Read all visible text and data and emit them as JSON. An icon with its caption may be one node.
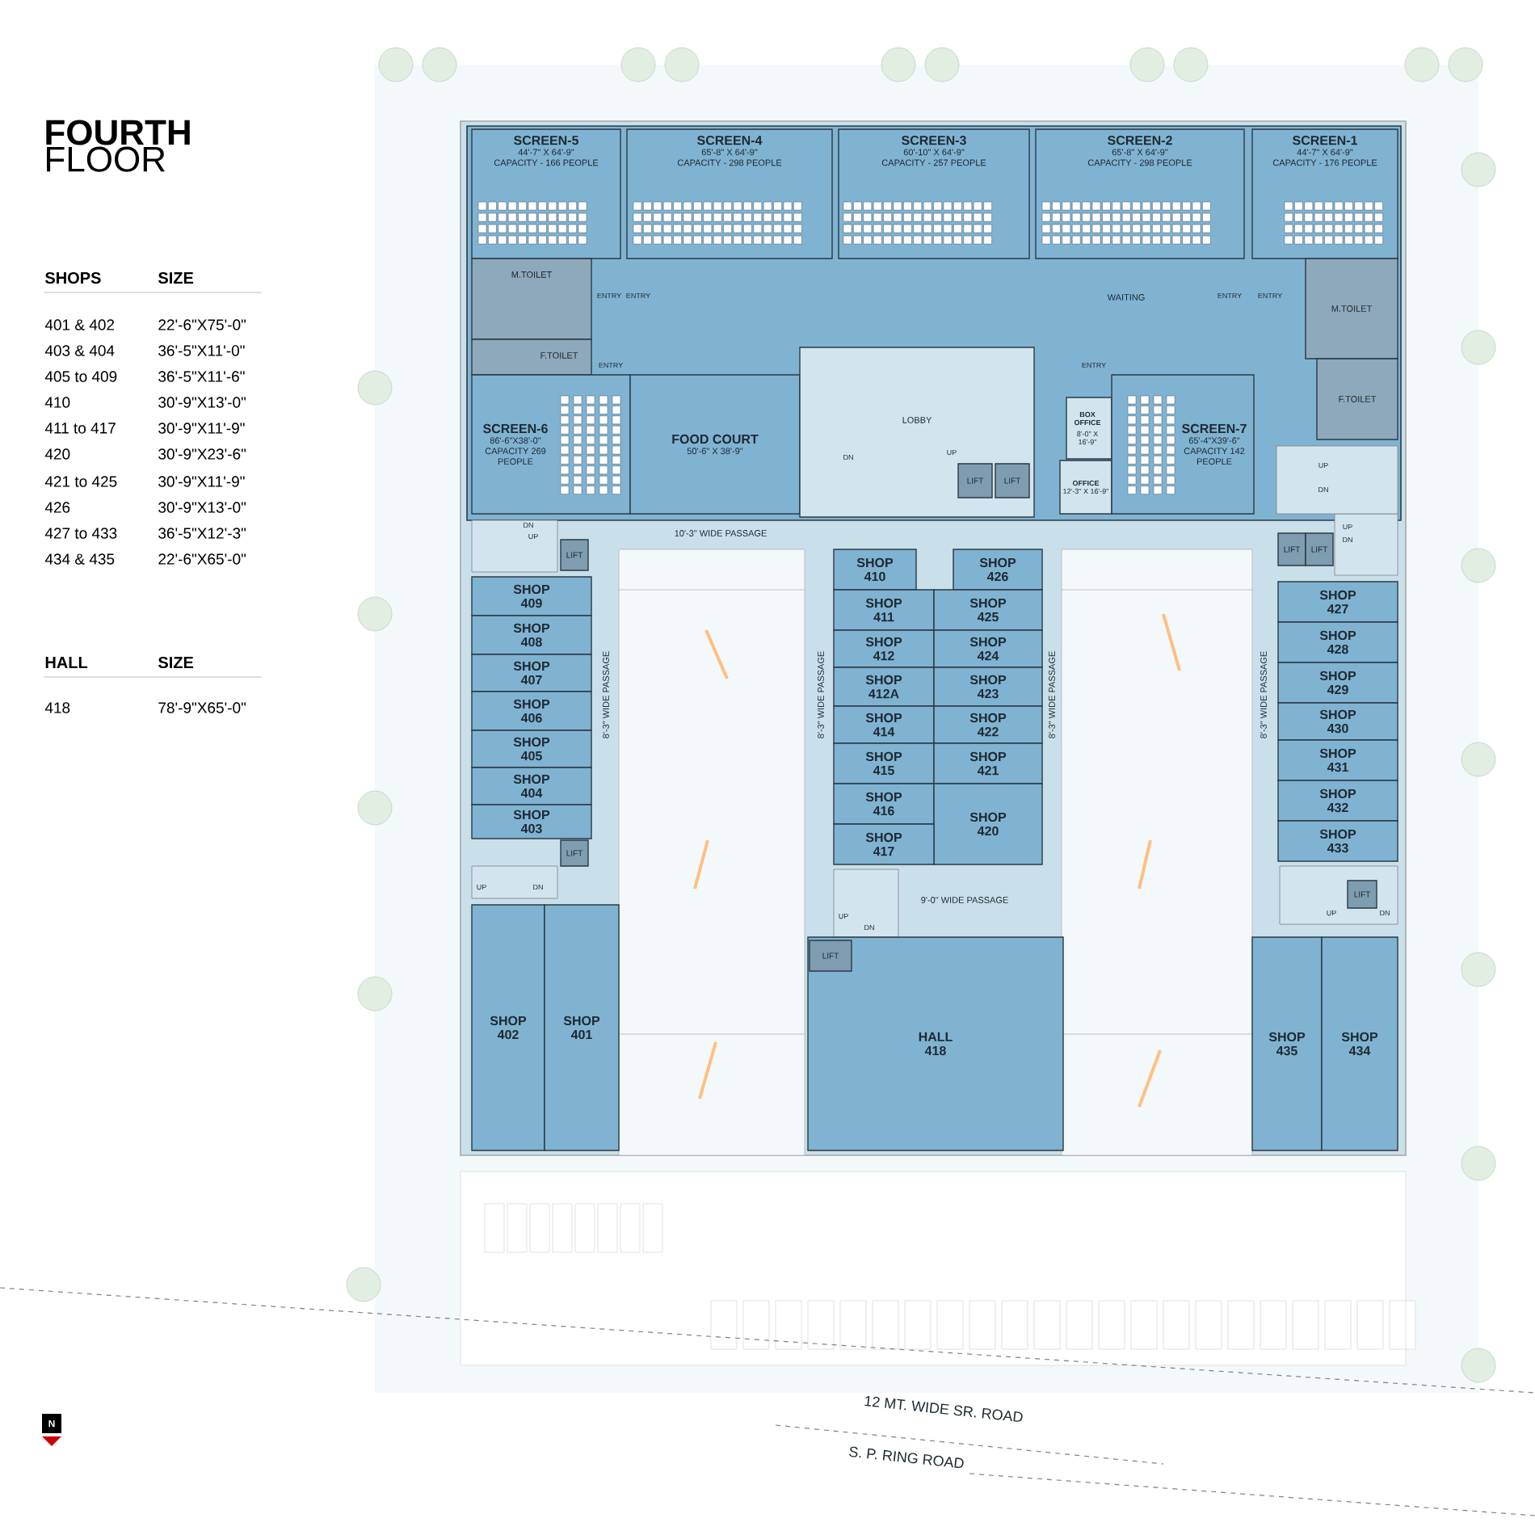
{
  "diagram": {
    "title": "**FOURTH** FLOOR",
    "nodes": [
      {
        "text": [
          "SCREEN-5",
          "44'-7\" X 64'-9\"",
          "CAPACITY - 166 PEOPLE"
        ]
      },
      {
        "text": [
          "SCREEN-4",
          "65'-8\" X 64'-9\"",
          "CAPACITY - 298 PEOPLE"
        ]
      },
      {
        "text": [
          "SCREEN-3",
          "60'-10\" X 64'-9\"",
          "CAPACITY - 257 PEOPLE"
        ]
      },
      {
        "text": [
          "SCREEN-2",
          "65'-8\" X 64'-9\"",
          "CAPACITY - 298 PEOPLE"
        ]
      },
      {
        "text": [
          "SCREEN-1",
          "44'-7\" X 64'-9\"",
          "CAPACITY - 176 PEOPLE"
        ]
      },
      {
        "text": [
          "M.TOILET"
        ]
      },
      {
        "text": [
          "F.TOILET"
        ]
      },
      {
        "text": [
          "SCREEN-6",
          "86'-6\"X38'-0\"",
          "CAPACITY 269 PEOPLE"
        ]
      },
      {
        "text": [
          "FOOD COURT",
          "50'-6\" X 38'-9\""
        ]
      },
      {
        "text": [
          "LOBBY"
        ]
      },
      {
        "text": [
          "LIFT"
        ],
        "in": 9
      },
      {
        "text": [
          "LIFT"
        ],
        "in": 9
      },
      {
        "text": [
          "BOX OFFICE",
          "8'-0\" X 16'-9\""
        ]
      },
      {
        "text": [
          "OFFICE",
          "12'-3\" X 16'-9\""
        ]
      },
      {
        "text": [
          "SCREEN-7",
          "65'-4\"X39'-6\"",
          "CAPACITY 142 PEOPLE"
        ]
      },
      {
        "text": [
          "M.TOILET"
        ]
      },
      {
        "text": [
          "F.TOILET"
        ]
      },
      {
        "text": [
          "LIFT"
        ]
      },
      {
        "text": [
          "SHOP 409"
        ]
      },
      {
        "text": [
          "SHOP 408"
        ]
      },
      {
        "text": [
          "SHOP 407"
        ]
      },
      {
        "text": [
          "SHOP 406"
        ]
      },
      {
        "text": [
          "SHOP 405"
        ]
      },
      {
        "text": [
          "SHOP 404"
        ]
      },
      {
        "text": [
          "SHOP 403"
        ]
      },
      {
        "text": [
          "LIFT"
        ]
      },
      {
        "text": [
          "SHOP 402"
        ]
      },
      {
        "text": [
          "SHOP 401"
        ]
      },
      {
        "text": [
          "SHOP 410"
        ]
      },
      {
        "text": [
          "SHOP 426"
        ]
      },
      {
        "text": [
          "SHOP 411"
        ]
      },
      {
        "text": [
          "SHOP 425"
        ]
      },
      {
        "text": [
          "SHOP 412"
        ]
      },
      {
        "text": [
          "SHOP 424"
        ]
      },
      {
        "text": [
          "SHOP 412A"
        ]
      },
      {
        "text": [
          "SHOP 423"
        ]
      },
      {
        "text": [
          "SHOP 414"
        ]
      },
      {
        "text": [
          "SHOP 422"
        ]
      },
      {
        "text": [
          "SHOP 415"
        ]
      },
      {
        "text": [
          "SHOP 421"
        ]
      },
      {
        "text": [
          "SHOP 416"
        ]
      },
      {
        "text": [
          "SHOP 420"
        ]
      },
      {
        "text": [
          "SHOP 417"
        ]
      },
      {
        "text": [
          "LIFT"
        ]
      },
      {
        "text": [
          "LIFT"
        ]
      },
      {
        "text": [
          "SHOP 427"
        ]
      },
      {
        "text": [
          "SHOP 428"
        ]
      },
      {
        "text": [
          "SHOP 429"
        ]
      },
      {
        "text": [
          "SHOP 430"
        ]
      },
      {
        "text": [
          "SHOP 431"
        ]
      },
      {
        "text": [
          "SHOP 432"
        ]
      },
      {
        "text": [
          "SHOP 433"
        ]
      },
      {
        "text": [
          "LIFT"
        ]
      },
      {
        "text": [
          "HALL 418"
        ]
      },
      {
        "text": [
          "LIFT"
        ],
        "in": 53
      },
      {
        "text": [
          "SHOP 435"
        ]
      },
      {
        "text": [
          "SHOP 434"
        ]
      }
    ],
    "labels": [
      "SHOPS",
      "SIZE",
      "401 & 402",
      "22'-6\"X75'-0\"",
      "403 & 404",
      "36'-5\"X11'-0\"",
      "405 to 409",
      "36'-5\"X11'-6\"",
      "410",
      "30'-9\"X13'-0\"",
      "411 to 417",
      "30'-9\"X11'-9\"",
      "420",
      "30'-9\"X23'-6\"",
      "421 to 425",
      "30'-9\"X11'-9\"",
      "426",
      "30'-9\"X13'-0\"",
      "427 to 433",
      "36'-5\"X12'-3\"",
      "434 & 435",
      "22'-6\"X65'-0\"",
      "HALL",
      "SIZE",
      "418",
      "78'-9\"X65'-0\"",
      "ENTRY",
      "ENTRY",
      "WAITING",
      "ENTRY",
      "ENTRY",
      "ENTRY",
      "ENTRY",
      "DN",
      "UP",
      "UP",
      "DN",
      "DN",
      "UP",
      "10'-3\" WIDE PASSAGE",
      "UP",
      "DN",
      "8'-3\" WIDE PASSAGE",
      "8'-3\" WIDE PASSAGE",
      "8'-3\" WIDE PASSAGE",
      "8'-3\" WIDE PASSAGE",
      "UP",
      "DN",
      "UP",
      "DN",
      "9'-0\" WIDE PASSAGE",
      "UP",
      "DN",
      "12 MT. WIDE SR. ROAD",
      "S. P. RING ROAD",
      "N"
    ]
  }
}
